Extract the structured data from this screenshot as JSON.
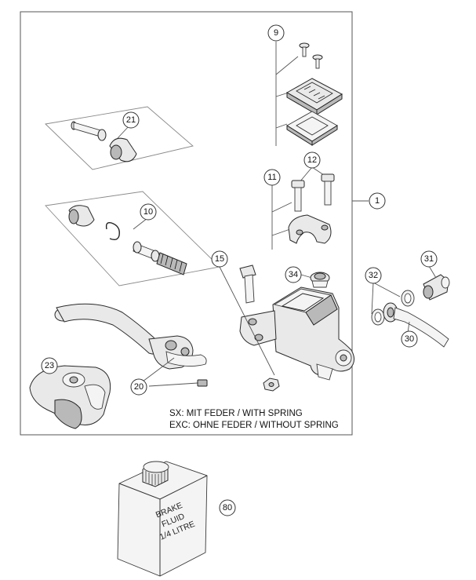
{
  "callouts": {
    "c1": "1",
    "c9": "9",
    "c10": "10",
    "c11": "11",
    "c12": "12",
    "c15": "15",
    "c20": "20",
    "c21": "21",
    "c23": "23",
    "c30": "30",
    "c31": "31",
    "c32": "32",
    "c34": "34",
    "c80": "80"
  },
  "notes": {
    "line1": "SX: MIT FEDER / WITH SPRING",
    "line2": "EXC: OHNE FEDER / WITHOUT SPRING"
  },
  "bottle": {
    "line1": "BRAKE",
    "line2": "FLUID",
    "line3": "1/4 LITRE"
  },
  "colors": {
    "line": "#333333",
    "part_fill": "#e9e9e9",
    "background": "#ffffff"
  }
}
